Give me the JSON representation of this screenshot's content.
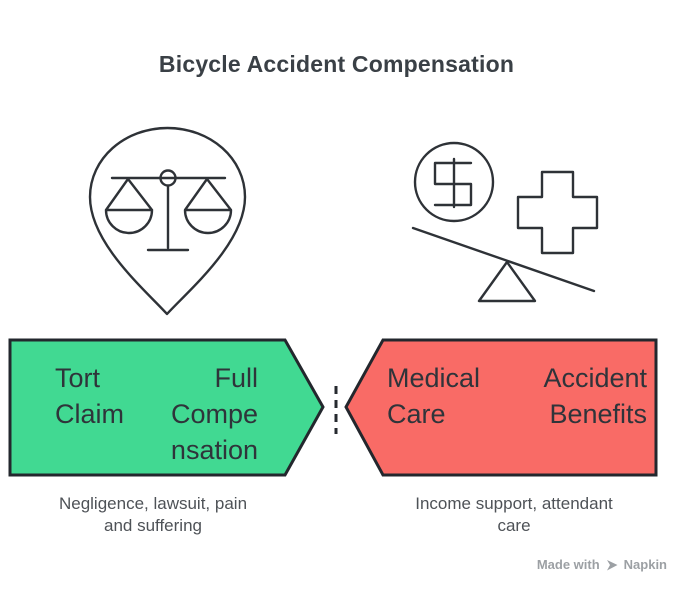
{
  "title": "Bicycle Accident Compensation",
  "colors": {
    "green_fill": "#41d992",
    "red_fill": "#f96b66",
    "outline": "#23272d",
    "label_text": "#2f343a",
    "caption_text": "#4e5257",
    "title_text": "#3a4046",
    "watermark_text": "#9ca0a4",
    "background": "#ffffff"
  },
  "left_flow": {
    "icon": "location-pin-justice-scales",
    "label_primary": "Tort\nClaim",
    "label_secondary": "Full\nCompe\nnsation",
    "caption": "Negligence, lawsuit, pain\nand suffering"
  },
  "right_flow": {
    "icon": "dollar-coin-medical-cross-seesaw",
    "label_primary": "Medical\nCare",
    "label_secondary": "Accident\nBenefits",
    "caption": "Income support, attendant\ncare"
  },
  "watermark": {
    "made_with": "Made with",
    "brand": "Napkin"
  }
}
